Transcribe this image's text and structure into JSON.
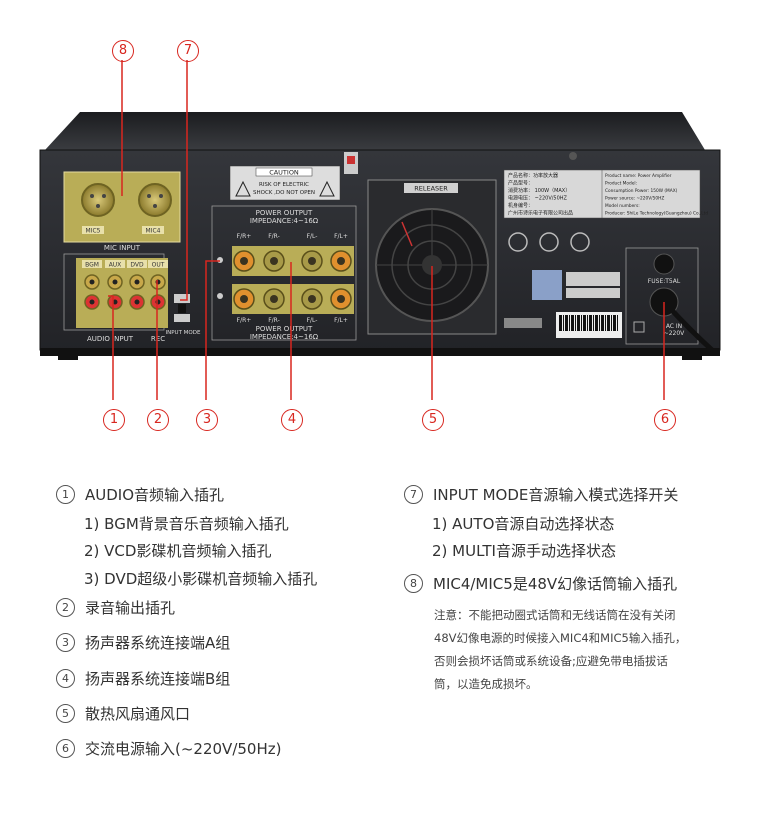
{
  "panel": {
    "caution_title": "CAUTION",
    "caution_line1": "RISK  OF  ELECTRIC",
    "caution_line2": "SHOCK ,DO NOT OPEN",
    "power_output_top": "POWER OUTPUT",
    "impedance_top": "IMPEDANCE:4~16Ω",
    "power_output_bottom": "POWER OUTPUT",
    "impedance_bottom": "IMPEDANCE:4~16Ω",
    "spk_labels": [
      "F/R+",
      "F/R-",
      "F/L-",
      "F/L+"
    ],
    "releaser": "RELEASER",
    "mic_input": "MIC INPUT",
    "mic_labels": [
      "MIC5",
      "MIC4"
    ],
    "audio_input": "AUDIO INPUT",
    "rec": "REC",
    "input_mode": "INPUT MODE",
    "jack_labels": [
      "BGM",
      "AUX",
      "DVD",
      "OUT"
    ],
    "fuse": "FUSE:T5AL",
    "ac_in": "AC IN",
    "ac_voltage": "~220V",
    "spec_left": [
      "产品名称：功率放大器",
      "产品型号：",
      "消费功率：  100W（MAX）",
      "电源电压：  ~220V/50HZ",
      "机身编号：",
      "广州市诗乐电子有限公司出品"
    ],
    "spec_right": [
      "Product name: Power Amplifier",
      "Product Model:",
      "Consumption Power:  150W (MAX)",
      "Power source:  ~220V/50HZ",
      "Model numbers:",
      "Producer: ShiLe Technology(Guangzhou) Co.,Ltd"
    ]
  },
  "callouts": {
    "top": [
      "8",
      "7"
    ],
    "bottom": [
      "1",
      "2",
      "3",
      "4",
      "5",
      "6"
    ]
  },
  "legend_left": [
    {
      "num": "1",
      "text": "AUDIO音频输入插孔"
    },
    {
      "num": "",
      "text": "1) BGM背景音乐音频输入插孔"
    },
    {
      "num": "",
      "text": "2) VCD影碟机音频输入插孔"
    },
    {
      "num": "",
      "text": "3) DVD超级小影碟机音频输入插孔"
    },
    {
      "num": "2",
      "text": "录音输出插孔"
    },
    {
      "num": "3",
      "text": "扬声器系统连接端A组"
    },
    {
      "num": "4",
      "text": "扬声器系统连接端B组"
    },
    {
      "num": "5",
      "text": "散热风扇通风口"
    },
    {
      "num": "6",
      "text": "交流电源输入(~220V/50Hz)"
    }
  ],
  "legend_right": [
    {
      "num": "7",
      "text": "INPUT MODE音源输入模式选择开关"
    },
    {
      "num": "",
      "text": "1) AUTO音源自动选择状态"
    },
    {
      "num": "",
      "text": "2) MULTI音源手动选择状态"
    },
    {
      "num": "8",
      "text": "MIC4/MIC5是48V幻像话筒输入插孔"
    }
  ],
  "note": {
    "lines": [
      "注意：不能把动圈式话筒和无线话筒在没有关闭",
      "48V幻像电源的时候接入MIC4和MIC5输入插孔，",
      "否则会损坏话筒或系统设备;应避免带电插拔话",
      "筒，以造免成损坏。"
    ]
  },
  "colors": {
    "callout": "#d8261f",
    "panel": "#2b2d31",
    "gold": "#b9ad57"
  }
}
